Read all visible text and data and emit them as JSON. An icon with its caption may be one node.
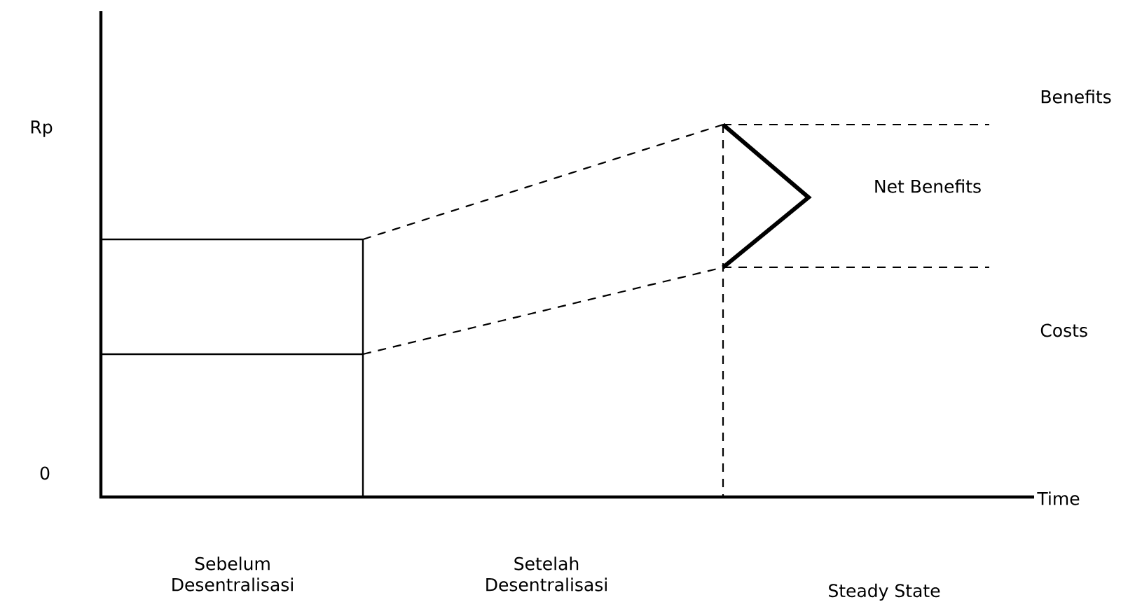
{
  "diagram": {
    "labels": [
      "Benefits",
      "Rp",
      "Net Benefits",
      "Costs",
      "0",
      "Time",
      "Sebelum Desentralisasi",
      "Setelah Desentralisasi",
      "Steady State"
    ]
  }
}
